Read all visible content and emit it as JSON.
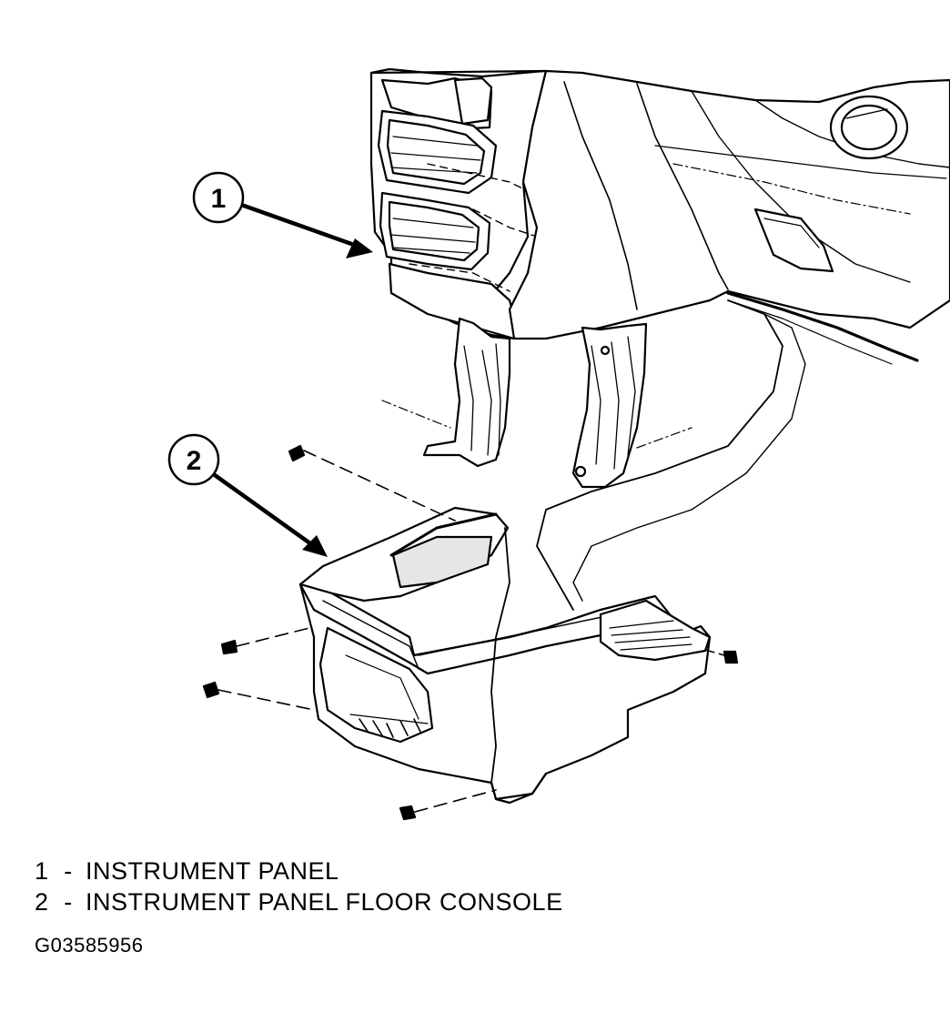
{
  "callouts": [
    {
      "number": "1"
    },
    {
      "number": "2"
    }
  ],
  "legend": [
    {
      "number": "1",
      "separator": "-",
      "label": "INSTRUMENT PANEL"
    },
    {
      "number": "2",
      "separator": "-",
      "label": "INSTRUMENT PANEL FLOOR CONSOLE"
    }
  ],
  "figure_code": "G03585956",
  "colors": {
    "ink": "#000000",
    "paper": "#ffffff",
    "shade": "#e6e6e6"
  }
}
